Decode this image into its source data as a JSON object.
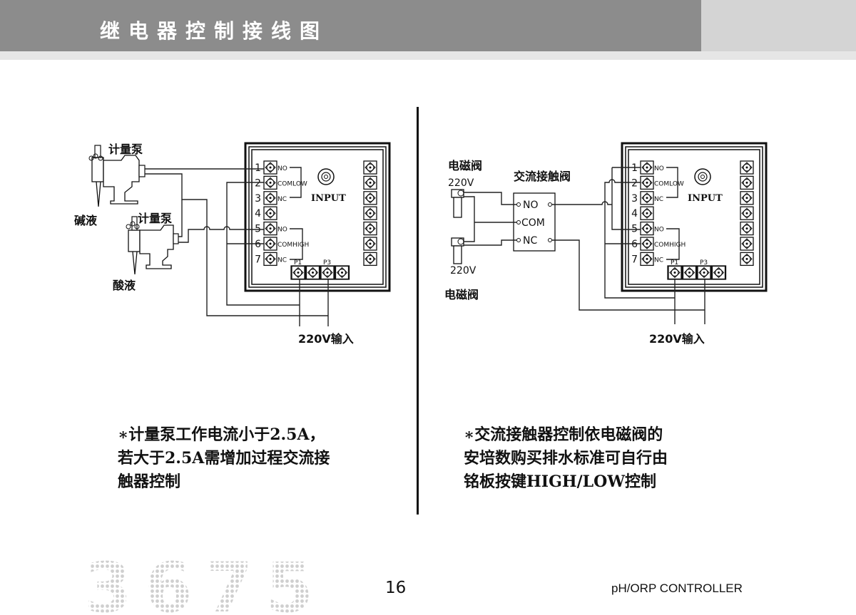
{
  "header": {
    "title": "继电器控制接线图"
  },
  "controller": {
    "terminal_numbers": [
      "1",
      "2",
      "3",
      "4",
      "5",
      "6",
      "7"
    ],
    "no_label": "NO",
    "comlow_label": "COMLOW",
    "nc_label": "NC",
    "comhigh_label": "COMHIGH",
    "input_label": "INPUT",
    "p1_label": "P1",
    "p3_label": "P3"
  },
  "left_diagram": {
    "pump1_label": "计量泵",
    "pump2_label": "计量泵",
    "alkali_label": "碱液",
    "acid_label": "酸液",
    "power_label": "220V输入"
  },
  "right_diagram": {
    "solenoid_top_label": "电磁阀",
    "solenoid_bottom_label": "电磁阀",
    "voltage_top": "220V",
    "voltage_bottom": "220V",
    "contactor_label": "交流接触阀",
    "contactor_no": "NO",
    "contactor_com": "COM",
    "contactor_nc": "NC",
    "power_label": "220V输入"
  },
  "notes": {
    "left": [
      "∗计量泵工作电流小于2.5A，",
      "若大于2.5A需增加过程交流接",
      "触器控制"
    ],
    "right": [
      "∗交流接触器控制依电磁阀的",
      "安培数购买排水标准可自行由",
      "铭板按键HIGH/LOW控制"
    ]
  },
  "footer": {
    "logo": "3675",
    "page_number": "16",
    "product": "pH/ORP CONTROLLER"
  }
}
